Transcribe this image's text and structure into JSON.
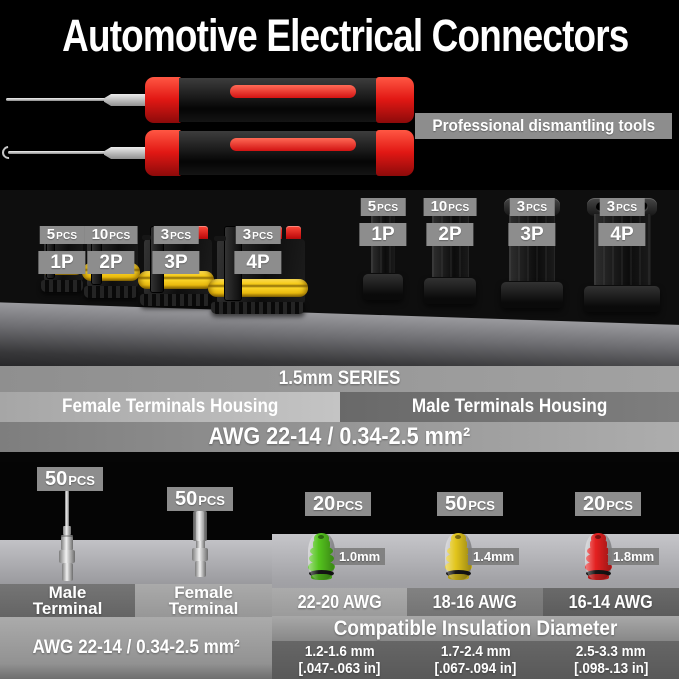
{
  "title": "Automotive Electrical Connectors",
  "tools": {
    "label": "Professional dismantling tools"
  },
  "housings": {
    "series_banner": "1.5mm SERIES",
    "female_banner": "Female Terminals Housing",
    "male_banner": "Male Terminals Housing",
    "awg_banner": "AWG 22-14 / 0.34-2.5 mm²",
    "female_items": [
      {
        "qty": "5",
        "unit": "PCS",
        "pins": "1P"
      },
      {
        "qty": "10",
        "unit": "PCS",
        "pins": "2P"
      },
      {
        "qty": "3",
        "unit": "PCS",
        "pins": "3P"
      },
      {
        "qty": "3",
        "unit": "PCS",
        "pins": "4P"
      }
    ],
    "male_items": [
      {
        "qty": "5",
        "unit": "PCS",
        "pins": "1P"
      },
      {
        "qty": "10",
        "unit": "PCS",
        "pins": "2P"
      },
      {
        "qty": "3",
        "unit": "PCS",
        "pins": "3P"
      },
      {
        "qty": "3",
        "unit": "PCS",
        "pins": "4P"
      }
    ]
  },
  "terminals": {
    "male": {
      "qty": "50",
      "unit": "PCS",
      "line1": "Male",
      "line2": "Terminal"
    },
    "female": {
      "qty": "50",
      "unit": "PCS",
      "line1": "Female",
      "line2": "Terminal"
    },
    "awg_banner": "AWG 22-14 / 0.34-2.5 mm²"
  },
  "seals": {
    "header": "Compatible Insulation Diameter",
    "items": [
      {
        "qty": "20",
        "unit": "PCS",
        "size": "1.0mm",
        "awg": "22-20 AWG",
        "color": "#55c41e",
        "dia_mm": "1.2-1.6 mm",
        "dia_in": "[.047-.063 in]"
      },
      {
        "qty": "50",
        "unit": "PCS",
        "size": "1.4mm",
        "awg": "18-16 AWG",
        "color": "#e2c51c",
        "dia_mm": "1.7-2.4 mm",
        "dia_in": "[.067-.094 in]"
      },
      {
        "qty": "20",
        "unit": "PCS",
        "size": "1.8mm",
        "awg": "16-14 AWG",
        "color": "#e42020",
        "dia_mm": "2.5-3.3 mm",
        "dia_in": "[.098-.13 in]"
      }
    ]
  },
  "colors": {
    "tool_red": "#e21814",
    "seal_band_yellow": "#f2c513"
  }
}
